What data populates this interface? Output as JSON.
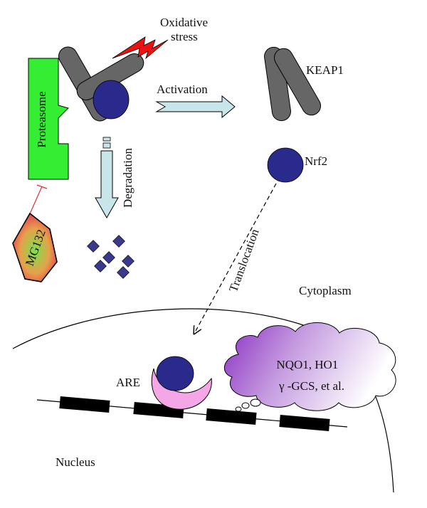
{
  "labels": {
    "oxidative_line1": "Oxidative",
    "oxidative_line2": "stress",
    "activation": "Activation",
    "keap1": "KEAP1",
    "nrf2": "Nrf2",
    "proteasome": "Proteasome",
    "degradation": "Degradation",
    "mg132": "MG132",
    "translocation": "Translocation",
    "cytoplasm": "Cytoplasm",
    "are": "ARE",
    "genes_line1": "NQO1, HO1",
    "genes_line2": "γ -GCS, et al.",
    "nucleus": "Nucleus"
  },
  "colors": {
    "keap1": "#666666",
    "nrf2": "#2a2a8c",
    "proteasome": "#33ee33",
    "lightning": "#ee1111",
    "arrow_fill": "#c8e6ea",
    "are_pink": "#f5a6e6",
    "cloud_purple": "#8a2fc2",
    "fragments": "#3a3a8c",
    "inhibitor_line": "#e53030"
  }
}
